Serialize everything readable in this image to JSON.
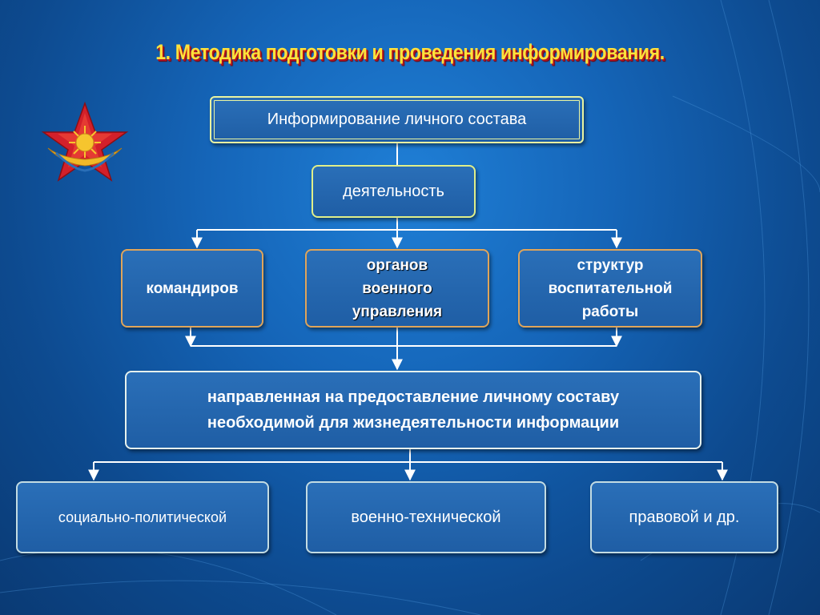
{
  "title": "1. Методика подготовки и проведения информирования.",
  "emblem_icon": "red-star-emblem-icon",
  "diagram": {
    "top": "Информирование личного состава",
    "activity": "деятельность",
    "actors": {
      "commanders": "командиров",
      "organs": [
        "органов",
        "военного",
        "управления"
      ],
      "structures": [
        "структур",
        "воспитательной",
        "работы"
      ]
    },
    "purpose": [
      "направленная на предоставление личному составу",
      "необходимой для жизнедеятельности информации"
    ],
    "types": {
      "social": "социально-политической",
      "military": "военно-технической",
      "legal": "правовой и др."
    }
  },
  "colors": {
    "title": "#ffe23a",
    "title_shadow": "#b5121b",
    "box_fill": "#2a6fb8",
    "connector": "#ffffff"
  }
}
